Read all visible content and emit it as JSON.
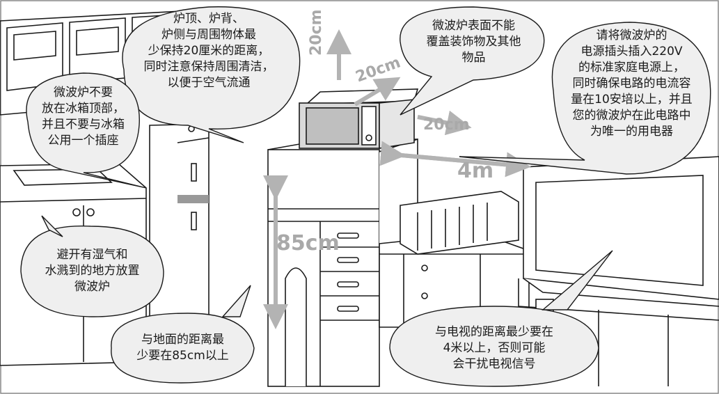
{
  "callouts": {
    "top_clearance": "炉顶、炉背、\n炉侧与周围物体最\n少保持20厘米的距离，\n同时注意保持周围清洁，\n以便于空气流通",
    "cover": "微波炉表面不能\n覆盖装饰物及其他\n物品",
    "power": "请将微波炉的\n电源插头插入220V\n的标准家庭电源上，\n同时确保电路的电流容\n量在10安培以上，并且\n您的微波炉在此电路中\n为唯一的用电器",
    "fridge": "微波炉不要\n放在冰箱顶部，\n并且不要与冰箱\n公用一个插座",
    "humidity": "避开有湿气和\n水溅到的地方放置\n微波炉",
    "floor": "与地面的距离最\n少要在85cm以上",
    "tv": "与电视的距离最少要在\n4米以上，否则可能\n会干扰电视信号"
  },
  "measurements": {
    "top": "20cm",
    "back": "20cm",
    "side": "20cm",
    "tv_distance": "4m",
    "height": "85cm"
  },
  "colors": {
    "line": "#1a1a1a",
    "bubble_fill": "#efefef",
    "arrow": "#b3b3b3",
    "measure_text": "#a9a9a9"
  }
}
